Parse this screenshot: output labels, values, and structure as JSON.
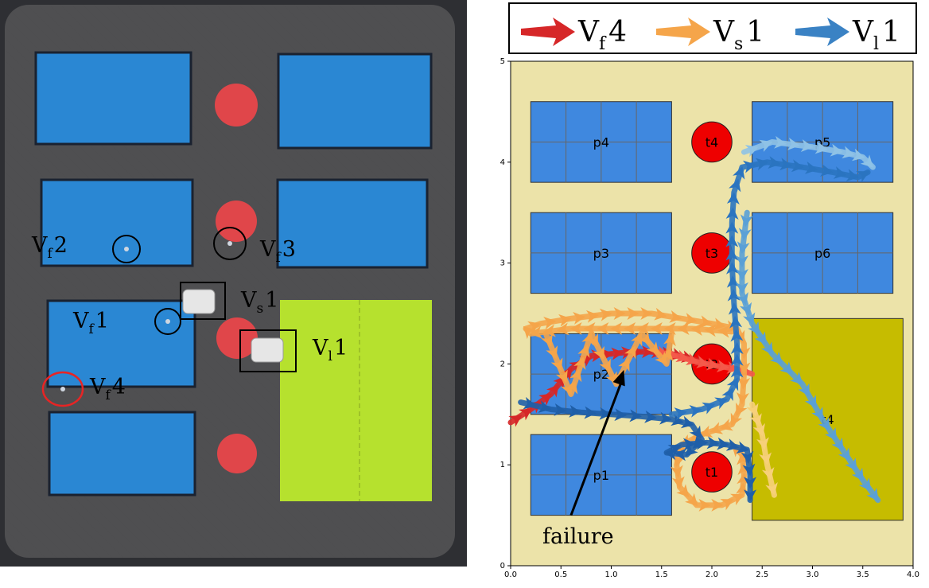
{
  "photo": {
    "labels": [
      {
        "main": "V",
        "sub": "f",
        "num": "2"
      },
      {
        "main": "V",
        "sub": "f",
        "num": "3"
      },
      {
        "main": "V",
        "sub": "s",
        "num": "1"
      },
      {
        "main": "V",
        "sub": "f",
        "num": "1"
      },
      {
        "main": "V",
        "sub": "l",
        "num": "1"
      },
      {
        "main": "V",
        "sub": "f",
        "num": "4"
      }
    ]
  },
  "legend": {
    "items": [
      {
        "main": "V",
        "sub": "f",
        "num": "4",
        "color": "#d62728"
      },
      {
        "main": "V",
        "sub": "s",
        "num": "1",
        "color": "#f5a54a"
      },
      {
        "main": "V",
        "sub": "l",
        "num": "1",
        "color": "#3a82c4"
      }
    ]
  },
  "chart_data": {
    "type": "scatter",
    "xlim": [
      0.0,
      4.0
    ],
    "ylim": [
      0,
      5
    ],
    "xticks": [
      "0.0",
      "0.5",
      "1.0",
      "1.5",
      "2.0",
      "2.5",
      "3.0",
      "3.5",
      "4.0"
    ],
    "yticks": [
      "0",
      "1",
      "2",
      "3",
      "4",
      "5"
    ],
    "background_color": "#ece3a9",
    "regions": [
      {
        "label": "p1",
        "x": [
          0.2,
          1.6
        ],
        "y": [
          0.5,
          1.3
        ],
        "color": "#3f88df"
      },
      {
        "label": "p2",
        "x": [
          0.2,
          1.6
        ],
        "y": [
          1.5,
          2.3
        ],
        "color": "#3f88df"
      },
      {
        "label": "p3",
        "x": [
          0.2,
          1.6
        ],
        "y": [
          2.7,
          3.5
        ],
        "color": "#3f88df"
      },
      {
        "label": "p4",
        "x": [
          0.2,
          1.6
        ],
        "y": [
          3.8,
          4.6
        ],
        "color": "#3f88df"
      },
      {
        "label": "p5",
        "x": [
          2.4,
          3.8
        ],
        "y": [
          3.8,
          4.6
        ],
        "color": "#3f88df"
      },
      {
        "label": "p6",
        "x": [
          2.4,
          3.8
        ],
        "y": [
          2.7,
          3.5
        ],
        "color": "#3f88df"
      },
      {
        "label": "t4",
        "x": [
          2.4,
          3.9
        ],
        "y": [
          0.45,
          2.45
        ],
        "color": "#c6bc00"
      }
    ],
    "targets": [
      {
        "label": "t1",
        "x": 2.0,
        "y": 0.93,
        "r": 0.2,
        "color": "#ee0000"
      },
      {
        "label": "t2",
        "x": 2.0,
        "y": 2.0,
        "r": 0.2,
        "color": "#ee0000"
      },
      {
        "label": "t3",
        "x": 2.0,
        "y": 3.1,
        "r": 0.2,
        "color": "#ee0000"
      },
      {
        "label": "t4",
        "x": 2.0,
        "y": 4.2,
        "r": 0.2,
        "color": "#ee0000"
      }
    ],
    "series": [
      {
        "name": "Vf4",
        "color": "#d62728",
        "points": [
          [
            0.0,
            1.42
          ],
          [
            0.2,
            1.55
          ],
          [
            0.4,
            1.7
          ],
          [
            0.6,
            1.95
          ],
          [
            0.8,
            2.08
          ],
          [
            1.0,
            2.1
          ],
          [
            1.2,
            2.12
          ],
          [
            1.4,
            2.12
          ],
          [
            1.6,
            2.1
          ],
          [
            1.8,
            2.05
          ],
          [
            1.95,
            2.0
          ]
        ]
      },
      {
        "name": "Vf4-2",
        "color": "#f4594a",
        "points": [
          [
            1.45,
            2.12
          ],
          [
            1.65,
            2.08
          ],
          [
            1.85,
            2.02
          ],
          [
            2.05,
            1.98
          ],
          [
            2.25,
            1.95
          ],
          [
            2.4,
            1.9
          ]
        ]
      },
      {
        "name": "Vs1",
        "color": "#f5a54a",
        "points": [
          [
            2.2,
            2.32
          ],
          [
            1.8,
            2.35
          ],
          [
            1.4,
            2.35
          ],
          [
            1.0,
            2.35
          ],
          [
            0.6,
            2.35
          ],
          [
            0.2,
            2.3
          ],
          [
            0.15,
            2.35
          ],
          [
            0.3,
            2.4
          ],
          [
            0.6,
            2.45
          ],
          [
            1.0,
            2.5
          ],
          [
            1.4,
            2.5
          ],
          [
            1.7,
            2.45
          ],
          [
            2.0,
            2.4
          ],
          [
            2.25,
            2.35
          ],
          [
            2.32,
            2.2
          ],
          [
            2.32,
            1.9
          ],
          [
            2.3,
            1.6
          ],
          [
            2.2,
            1.4
          ],
          [
            1.9,
            1.3
          ],
          [
            1.7,
            1.2
          ],
          [
            1.65,
            1.0
          ],
          [
            1.68,
            0.78
          ],
          [
            1.85,
            0.6
          ],
          [
            2.1,
            0.6
          ],
          [
            2.3,
            0.7
          ],
          [
            2.32,
            0.9
          ],
          [
            2.3,
            1.1
          ],
          [
            2.2,
            1.2
          ]
        ]
      },
      {
        "name": "Vs1-zig",
        "color": "#f5a54a",
        "points": [
          [
            0.35,
            2.3
          ],
          [
            0.6,
            1.7
          ],
          [
            0.8,
            2.3
          ],
          [
            1.05,
            1.8
          ],
          [
            1.3,
            2.3
          ],
          [
            1.55,
            2.0
          ],
          [
            1.6,
            2.3
          ]
        ]
      },
      {
        "name": "Vs1-t4",
        "color": "#f7d07a",
        "points": [
          [
            2.4,
            1.6
          ],
          [
            2.5,
            1.3
          ],
          [
            2.55,
            1.0
          ],
          [
            2.62,
            0.7
          ]
        ]
      },
      {
        "name": "Vl1",
        "color": "#1f5fa8",
        "points": [
          [
            0.1,
            1.62
          ],
          [
            0.4,
            1.55
          ],
          [
            0.7,
            1.52
          ],
          [
            1.0,
            1.5
          ],
          [
            1.3,
            1.48
          ],
          [
            1.6,
            1.45
          ],
          [
            1.8,
            1.4
          ],
          [
            1.9,
            1.25
          ],
          [
            1.75,
            1.1
          ],
          [
            1.55,
            1.12
          ],
          [
            1.7,
            1.2
          ],
          [
            1.95,
            1.22
          ],
          [
            2.15,
            1.2
          ],
          [
            2.35,
            1.15
          ],
          [
            2.38,
            0.9
          ],
          [
            2.38,
            0.65
          ]
        ]
      },
      {
        "name": "Vl1-2",
        "color": "#2a74c0",
        "points": [
          [
            1.6,
            1.5
          ],
          [
            1.9,
            1.55
          ],
          [
            2.15,
            1.65
          ],
          [
            2.25,
            1.85
          ],
          [
            2.25,
            2.2
          ],
          [
            2.22,
            2.6
          ],
          [
            2.2,
            3.0
          ],
          [
            2.2,
            3.4
          ],
          [
            2.22,
            3.7
          ],
          [
            2.3,
            3.95
          ],
          [
            2.55,
            4.0
          ],
          [
            2.9,
            3.95
          ],
          [
            3.2,
            3.9
          ],
          [
            3.45,
            3.85
          ],
          [
            3.55,
            3.9
          ]
        ]
      },
      {
        "name": "Vl1-3",
        "color": "#5aa0d6",
        "points": [
          [
            2.35,
            3.5
          ],
          [
            2.3,
            3.1
          ],
          [
            2.3,
            2.7
          ],
          [
            2.4,
            2.4
          ],
          [
            2.6,
            2.1
          ],
          [
            2.9,
            1.8
          ],
          [
            3.1,
            1.45
          ],
          [
            3.3,
            1.15
          ],
          [
            3.5,
            0.85
          ],
          [
            3.65,
            0.65
          ]
        ]
      },
      {
        "name": "Vl1-4",
        "color": "#8fc2e6",
        "points": [
          [
            2.32,
            4.1
          ],
          [
            2.6,
            4.2
          ],
          [
            3.0,
            4.15
          ],
          [
            3.3,
            4.1
          ],
          [
            3.5,
            4.05
          ],
          [
            3.6,
            3.95
          ]
        ]
      }
    ],
    "annotation": {
      "text": "failure"
    }
  }
}
